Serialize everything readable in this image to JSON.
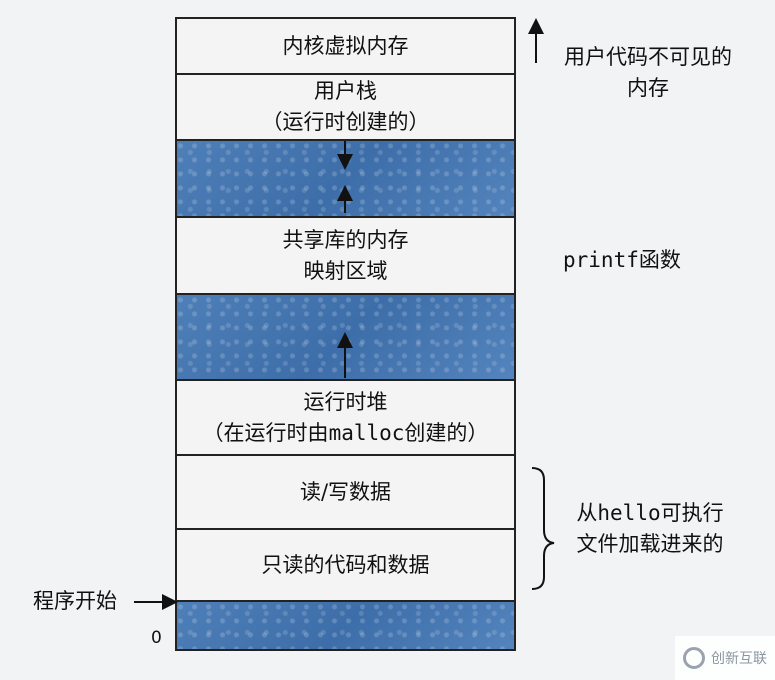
{
  "segments": [
    {
      "line1": "内核虚拟内存",
      "line2": ""
    },
    {
      "line1": "用户栈",
      "line2": "（运行时创建的）"
    },
    {
      "line1": "",
      "line2": ""
    },
    {
      "line1": "共享库的内存",
      "line2": "映射区域"
    },
    {
      "line1": "",
      "line2": ""
    },
    {
      "line1": "运行时堆",
      "line2_pre": "（在运行时由",
      "line2_mono": "malloc",
      "line2_post": "创建的）"
    },
    {
      "line1": "读/写数据",
      "line2": ""
    },
    {
      "line1": "只读的代码和数据",
      "line2": ""
    },
    {
      "line1": "",
      "line2": ""
    }
  ],
  "annotations": {
    "kernel_note_line1": "用户代码不可见的",
    "kernel_note_line2": "内存",
    "printf_mono": "printf",
    "printf_text": "函数",
    "load_note_pre": "从",
    "load_note_mono": "hello",
    "load_note_post": "可执行",
    "load_note_line2": "文件加载进来的",
    "program_start": "程序开始",
    "zero": "0"
  },
  "watermark": "创新互联"
}
